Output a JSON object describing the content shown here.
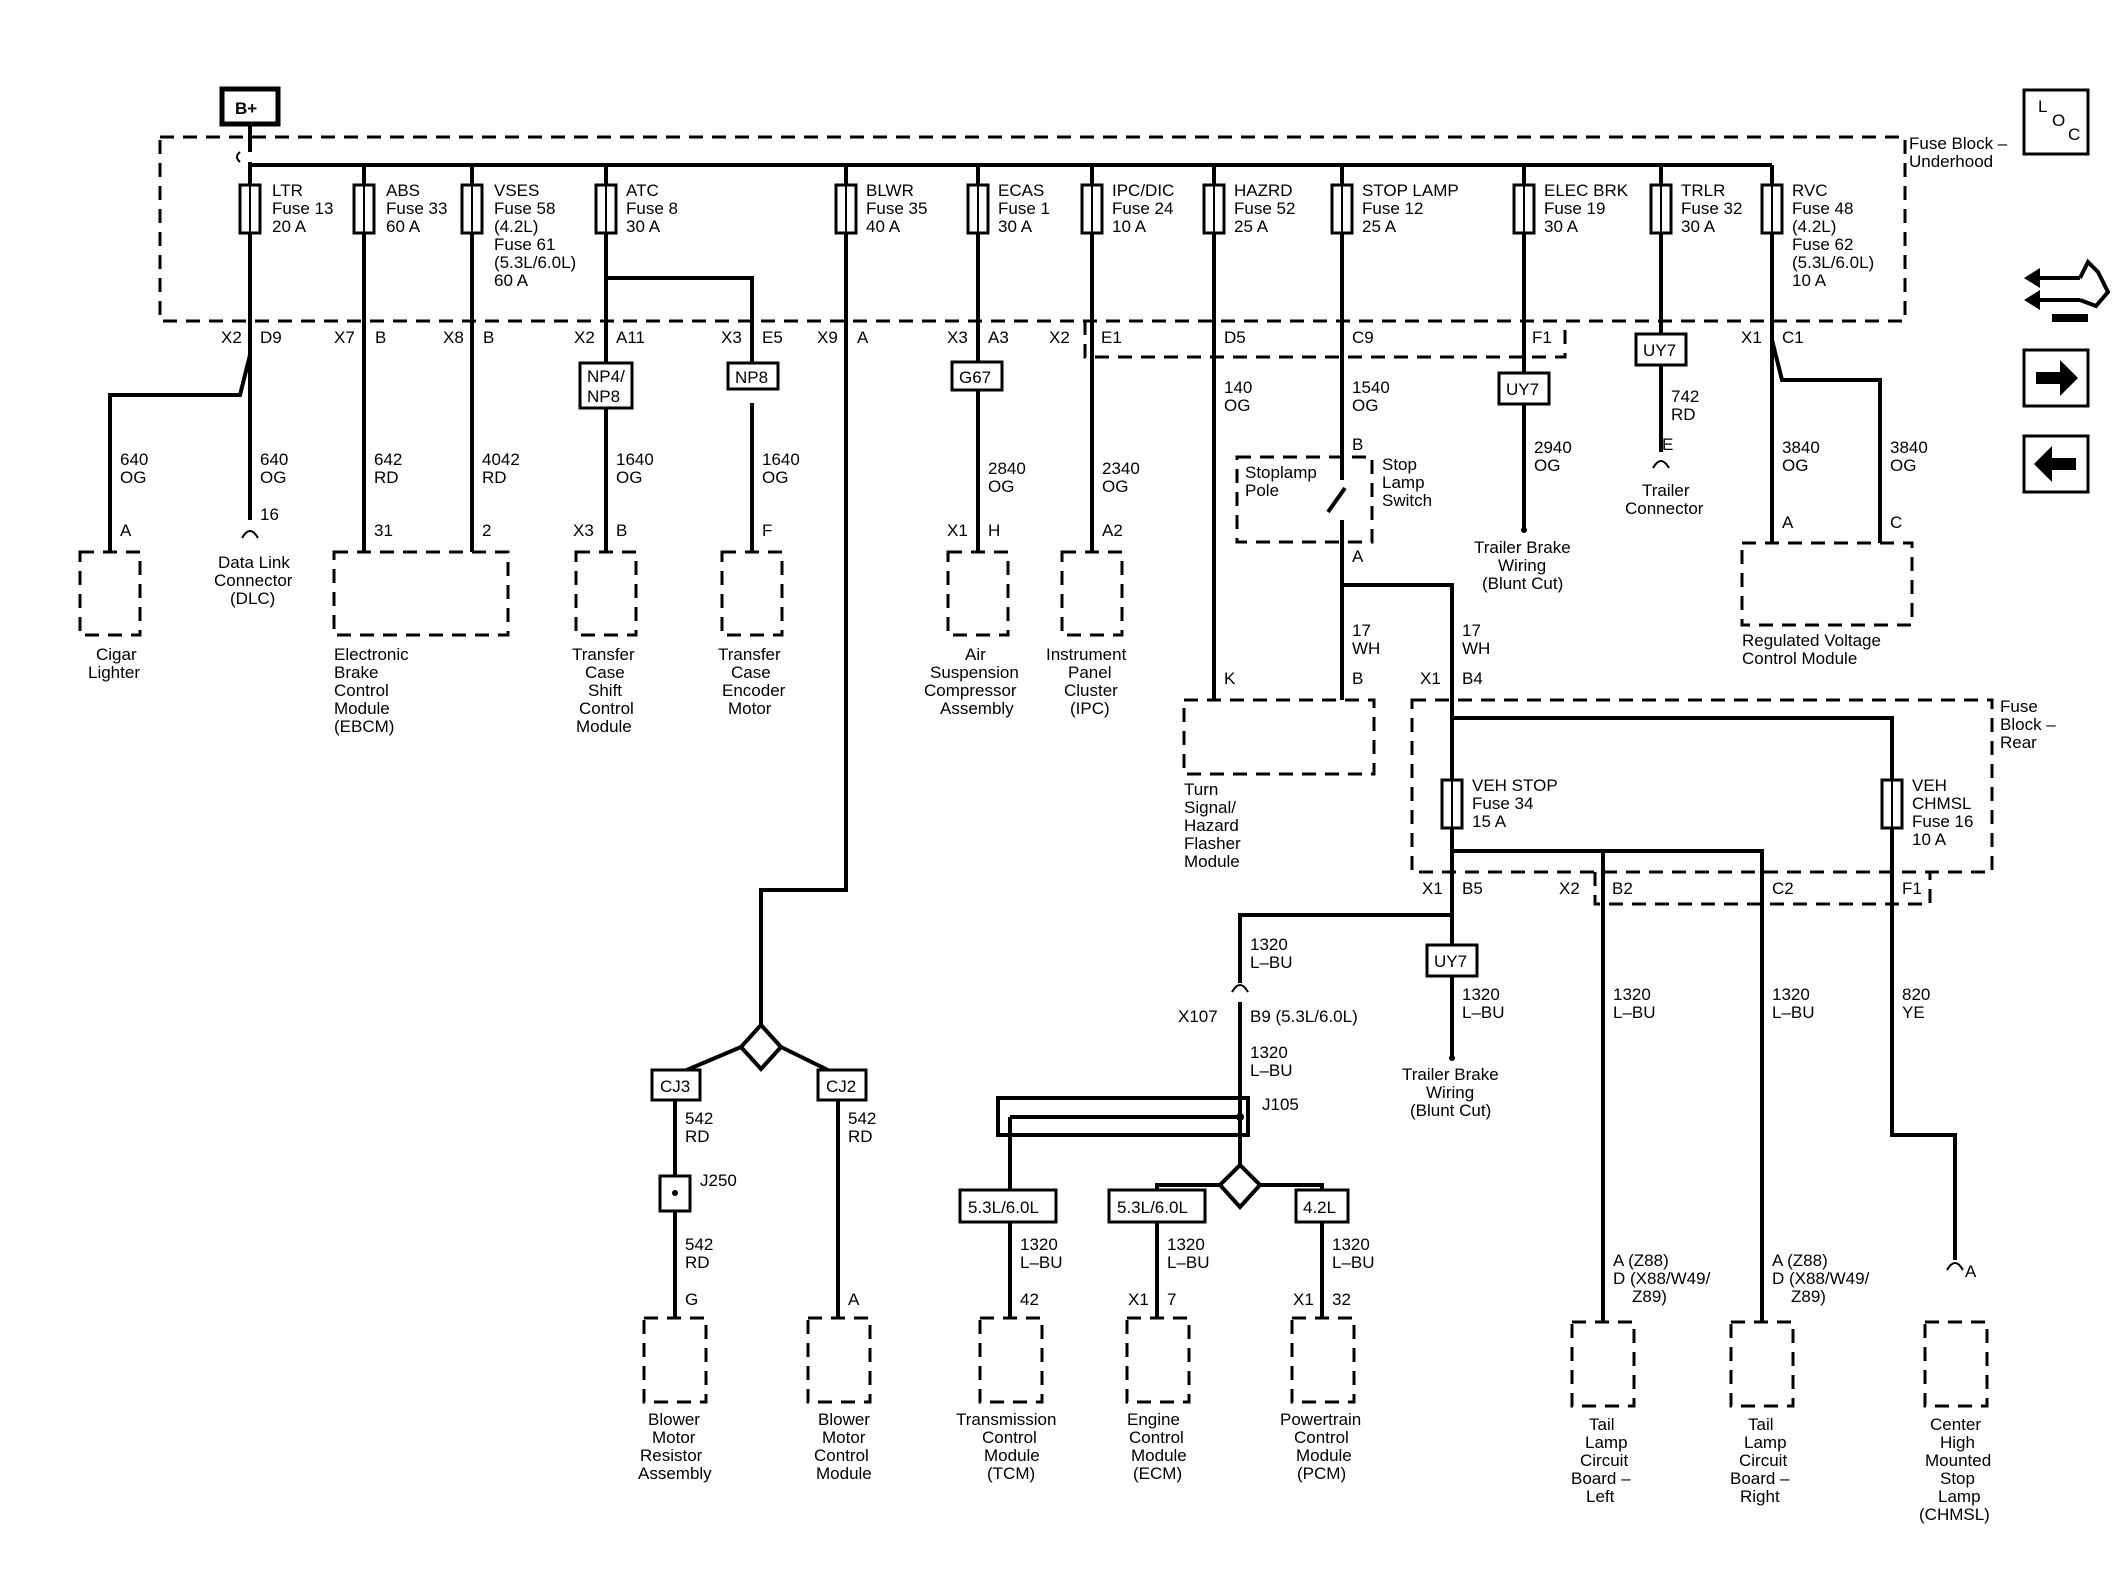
{
  "source": {
    "label": "B+"
  },
  "underhood_block": {
    "title_l1": "Fuse Block –",
    "title_l2": "Underhood"
  },
  "rear_block": {
    "title_l1": "Fuse",
    "title_l2": "Block –",
    "title_l3": "Rear"
  },
  "nav": {
    "loc_l": "L",
    "loc_o": "O",
    "loc_c": "C"
  },
  "fuses": [
    {
      "name": "LTR",
      "l2": "Fuse 13",
      "l3": "20 A"
    },
    {
      "name": "ABS",
      "l2": "Fuse 33",
      "l3": "60 A"
    },
    {
      "name": "VSES",
      "l2": "Fuse 58",
      "l3": "(4.2L)",
      "l4": "Fuse 61",
      "l5": "(5.3L/6.0L)",
      "l6": "60 A"
    },
    {
      "name": "ATC",
      "l2": "Fuse 8",
      "l3": "30 A"
    },
    {
      "name": "BLWR",
      "l2": "Fuse 35",
      "l3": "40 A"
    },
    {
      "name": "ECAS",
      "l2": "Fuse 1",
      "l3": "30 A"
    },
    {
      "name": "IPC/DIC",
      "l2": "Fuse 24",
      "l3": "10 A"
    },
    {
      "name": "HAZRD",
      "l2": "Fuse 52",
      "l3": "25 A"
    },
    {
      "name": "STOP LAMP",
      "l2": "Fuse 12",
      "l3": "25 A"
    },
    {
      "name": "ELEC BRK",
      "l2": "Fuse 19",
      "l3": "30 A"
    },
    {
      "name": "TRLR",
      "l2": "Fuse 32",
      "l3": "30 A"
    },
    {
      "name": "RVC",
      "l2": "Fuse 48",
      "l3": "(4.2L)",
      "l4": "Fuse 62",
      "l5": "(5.3L/6.0L)",
      "l6": "10 A"
    },
    {
      "name": "VEH STOP",
      "l2": "Fuse 34",
      "l3": "15 A"
    },
    {
      "name": "VEH",
      "l2": "CHMSL",
      "l3": "Fuse 16",
      "l4": "10 A"
    }
  ],
  "pins": {
    "x2": "X2",
    "d9": "D9",
    "x7": "X7",
    "b": "B",
    "x8": "X8",
    "a11": "A11",
    "x3": "X3",
    "e5": "E5",
    "x9": "X9",
    "a": "A",
    "a3": "A3",
    "e1": "E1",
    "d5": "D5",
    "c9": "C9",
    "f1": "F1",
    "x1": "X1",
    "c1": "C1",
    "n16": "16",
    "n31": "31",
    "n2": "2",
    "h": "H",
    "a2": "A2",
    "k": "K",
    "b4": "B4",
    "b5": "B5",
    "b2": "B2",
    "c2": "C2",
    "x107": "X107",
    "b9": "B9 (5.3L/6.0L)",
    "j105": "J105",
    "j250": "J250",
    "g": "G",
    "n42": "42",
    "n7": "7",
    "n32": "32",
    "e": "E",
    "c": "C",
    "f": "F",
    "tail_a": "A (Z88)",
    "tail_d1": "D (X88/W49/",
    "tail_d2": "Z89)"
  },
  "wires": {
    "c640": "640",
    "og": "OG",
    "c642": "642",
    "rd": "RD",
    "c4042": "4042",
    "c1640": "1640",
    "c2840": "2840",
    "c2340": "2340",
    "c140": "140",
    "c1540": "1540",
    "c2940": "2940",
    "c742": "742",
    "c3840": "3840",
    "c17": "17",
    "wh": "WH",
    "c1320": "1320",
    "lbu": "L–BU",
    "c820": "820",
    "ye": "YE",
    "c542": "542"
  },
  "tags": {
    "np4": "NP4/",
    "np8b": "NP8",
    "np8": "NP8",
    "g67": "G67",
    "uy7": "UY7",
    "cj3": "CJ3",
    "cj2": "CJ2",
    "v53": "5.3L/6.0L",
    "v42": "4.2L"
  },
  "stoplamp": {
    "pole1": "Stoplamp",
    "pole2": "Pole",
    "sw1": "Stop",
    "sw2": "Lamp",
    "sw3": "Switch"
  },
  "components": {
    "cigar": [
      "Cigar",
      "Lighter"
    ],
    "dlc": [
      "Data Link",
      "Connector",
      "(DLC)"
    ],
    "ebcm": [
      "Electronic",
      "Brake",
      "Control",
      "Module",
      "(EBCM)"
    ],
    "tcsm": [
      "Transfer",
      "Case",
      "Shift",
      "Control",
      "Module"
    ],
    "tcem": [
      "Transfer",
      "Case",
      "Encoder",
      "Motor"
    ],
    "air": [
      "Air",
      "Suspension",
      "Compressor",
      "Assembly"
    ],
    "ipc": [
      "Instrument",
      "Panel",
      "Cluster",
      "(IPC)"
    ],
    "turn": [
      "Turn",
      "Signal/",
      "Hazard",
      "Flasher",
      "Module"
    ],
    "tbw": [
      "Trailer Brake",
      "Wiring",
      "(Blunt Cut)"
    ],
    "trailer": [
      "Trailer",
      "Connector"
    ],
    "rvcm": [
      "Regulated Voltage",
      "Control Module"
    ],
    "bmra": [
      "Blower",
      "Motor",
      "Resistor",
      "Assembly"
    ],
    "bmcm": [
      "Blower",
      "Motor",
      "Control",
      "Module"
    ],
    "tcm": [
      "Transmission",
      "Control",
      "Module",
      "(TCM)"
    ],
    "ecm": [
      "Engine",
      "Control",
      "Module",
      "(ECM)"
    ],
    "pcm": [
      "Powertrain",
      "Control",
      "Module",
      "(PCM)"
    ],
    "tcl": [
      "Tail",
      "Lamp",
      "Circuit",
      "Board –",
      "Left"
    ],
    "tcr": [
      "Tail",
      "Lamp",
      "Circuit",
      "Board –",
      "Right"
    ],
    "chmsl": [
      "Center",
      "High",
      "Mounted",
      "Stop",
      "Lamp",
      "(CHMSL)"
    ]
  }
}
